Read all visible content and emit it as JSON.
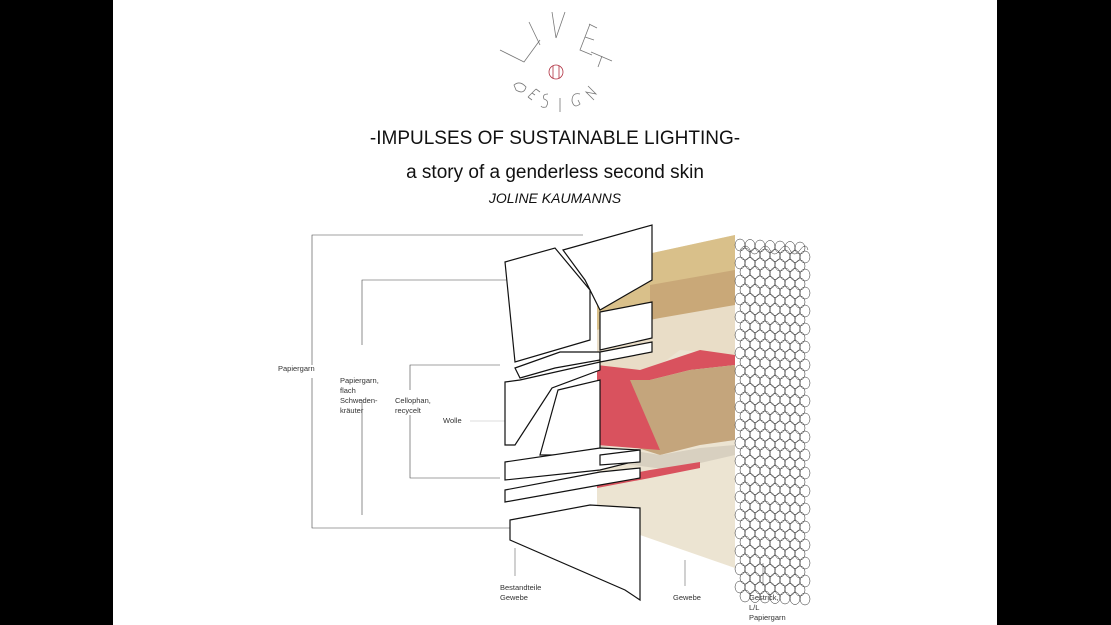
{
  "logo": {
    "text_top": "LIVET",
    "text_bottom": "DESIGN",
    "accent": "#b03040"
  },
  "title": "-IMPULSES OF SUSTAINABLE LIGHTING-",
  "subtitle": "a story of a genderless second skin",
  "author": "JOLINE KAUMANNS",
  "labels": {
    "papiergarn": "Papiergarn",
    "papiergarn_flach": "Papiergarn,\nflach\nSchweden-\nkräuter",
    "cellophan": "Cellophan,\nrecycelt",
    "wolle": "Wolle",
    "bestandteile": "Bestandteile\nGewebe",
    "gewebe": "Gewebe",
    "gestrick": "Gestrick,\nL/L\nPapiergarn"
  },
  "colors": {
    "beige": "#d9c08a",
    "tan": "#b99a6e",
    "rose": "#d9525e",
    "cream": "#ece4d2"
  }
}
